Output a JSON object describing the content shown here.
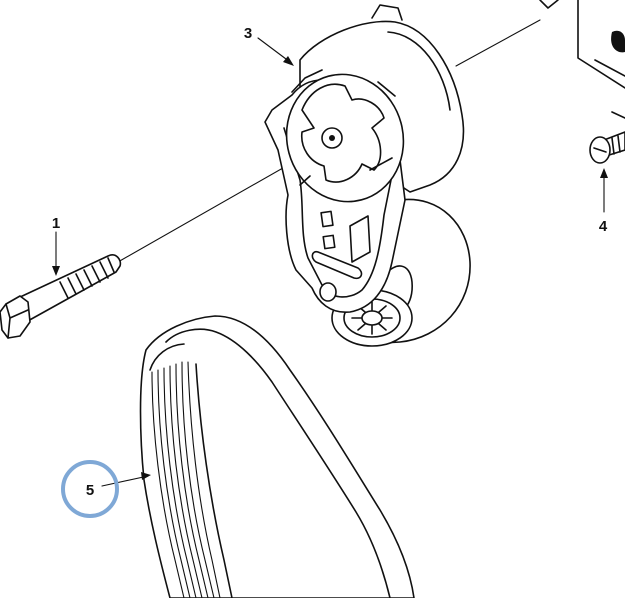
{
  "callouts": [
    {
      "id": "bolt",
      "label": "1"
    },
    {
      "id": "tensioner",
      "label": "3"
    },
    {
      "id": "screw",
      "label": "4"
    },
    {
      "id": "belt",
      "label": "5",
      "highlighted": true
    }
  ],
  "colors": {
    "line": "#111111",
    "highlight_ring": "#7fa8d6",
    "background": "#ffffff"
  }
}
